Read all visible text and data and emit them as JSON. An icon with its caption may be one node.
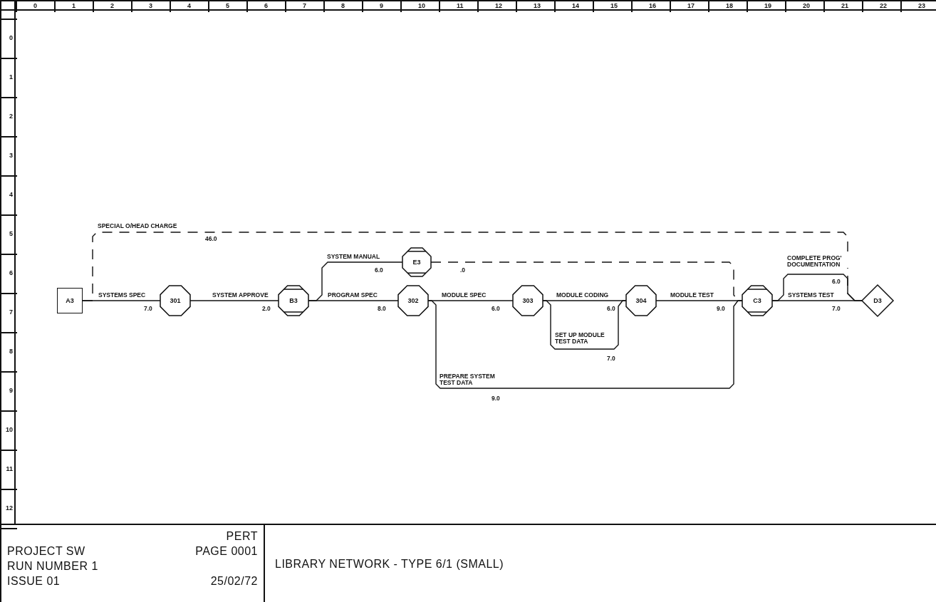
{
  "diagram": {
    "title": "LIBRARY NETWORK - TYPE 6/1 (SMALL)",
    "nodes": [
      {
        "text": [
          "A3"
        ]
      },
      {
        "text": [
          "301"
        ]
      },
      {
        "text": [
          "B3"
        ]
      },
      {
        "text": [
          "E3"
        ]
      },
      {
        "text": [
          "302"
        ]
      },
      {
        "text": [
          "303"
        ]
      },
      {
        "text": [
          "304"
        ]
      },
      {
        "text": [
          "C3"
        ]
      },
      {
        "text": [
          "D3"
        ]
      }
    ],
    "edges": [
      {
        "from": 0,
        "to": 1,
        "arrow": "none",
        "label": "SYSTEMS SPEC"
      },
      {
        "from": 0,
        "to": 8,
        "arrow": "none",
        "label": "SPECIAL O/HEAD CHARGE",
        "style": "dashed"
      },
      {
        "from": 1,
        "to": 2,
        "arrow": "none",
        "label": "SYSTEM APPROVE"
      },
      {
        "from": 2,
        "to": 3,
        "arrow": "none",
        "label": "SYSTEM MANUAL"
      },
      {
        "from": 2,
        "to": 4,
        "arrow": "none",
        "label": "PROGRAM SPEC"
      },
      {
        "from": 3,
        "to": 7,
        "arrow": "none",
        "style": "dashed"
      },
      {
        "from": 4,
        "to": 5,
        "arrow": "none",
        "label": "MODULE SPEC"
      },
      {
        "from": 4,
        "to": 7,
        "arrow": "none",
        "label": "PREPARE SYSTEM TEST DATA"
      },
      {
        "from": 5,
        "to": 6,
        "arrow": "none",
        "label": "MODULE CODING"
      },
      {
        "from": 5,
        "to": 6,
        "arrow": "none",
        "label": "SET UP MODULE TEST DATA"
      },
      {
        "from": 6,
        "to": 7,
        "arrow": "none",
        "label": "MODULE TEST"
      },
      {
        "from": 7,
        "to": 8,
        "arrow": "none",
        "label": "SYSTEMS TEST"
      },
      {
        "from": 7,
        "to": 8,
        "arrow": "none",
        "label": "COMPLETE PROG' DOCUMENTATION"
      }
    ],
    "labels": [
      "0",
      "1",
      "2",
      "3",
      "4",
      "5",
      "6",
      "7",
      "8",
      "9",
      "10",
      "11",
      "12",
      "13",
      "14",
      "15",
      "16",
      "17",
      "18",
      "19",
      "20",
      "21",
      "22",
      "23",
      "0",
      "1",
      "2",
      "3",
      "4",
      "5",
      "6",
      "7",
      "8",
      "9",
      "10",
      "11",
      "12",
      "46.0",
      "6.0",
      ".0",
      "6.0",
      "7.0",
      "2.0",
      "8.0",
      "6.0",
      "6.0",
      "9.0",
      "7.0",
      "7.0",
      "9.0",
      "PERT",
      "PROJECT SW",
      "PAGE 0001",
      "RUN NUMBER 1",
      "ISSUE 01",
      "25/02/72"
    ]
  }
}
